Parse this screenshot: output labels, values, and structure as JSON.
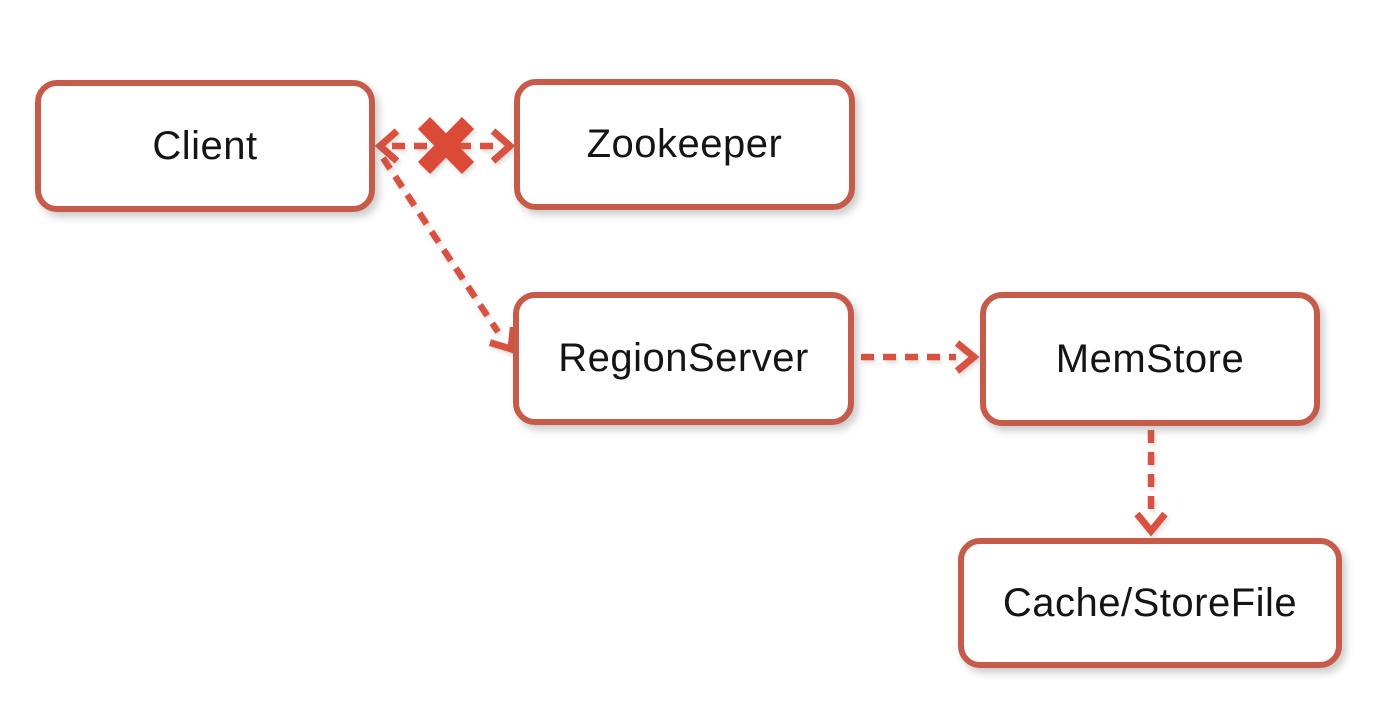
{
  "diagram": {
    "title": "HBase write path diagram",
    "nodes": [
      {
        "id": "client",
        "label": "Client"
      },
      {
        "id": "zookeeper",
        "label": "Zookeeper"
      },
      {
        "id": "regionserver",
        "label": "RegionServer"
      },
      {
        "id": "memstore",
        "label": "MemStore"
      },
      {
        "id": "cache-storefile",
        "label": "Cache/StoreFile"
      }
    ],
    "edges": [
      {
        "from": "Client",
        "to": "Zookeeper",
        "style": "dashed",
        "direction": "both",
        "status": "blocked-with-x-mark"
      },
      {
        "from": "Client",
        "to": "RegionServer",
        "style": "dashed",
        "direction": "forward",
        "status": "normal"
      },
      {
        "from": "RegionServer",
        "to": "MemStore",
        "style": "dashed",
        "direction": "forward",
        "status": "normal"
      },
      {
        "from": "MemStore",
        "to": "Cache/StoreFile",
        "style": "dashed",
        "direction": "forward",
        "status": "normal"
      }
    ],
    "colors": {
      "node_border": "#c75b4a",
      "node_fill": "#ffffff",
      "arrow": "#d8523f",
      "x_mark": "#db4a37",
      "label_text": "#141414",
      "background": "#ffffff"
    }
  }
}
